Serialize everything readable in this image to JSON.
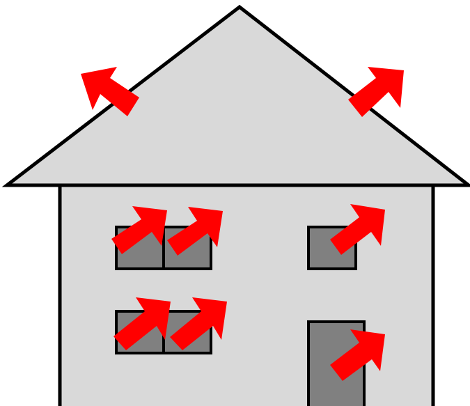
{
  "diagram": {
    "subject": "house-heat-loss",
    "colors": {
      "background": "#ffffff",
      "house_fill": "#d9d9d9",
      "outline": "#000000",
      "window_fill": "#808080",
      "door_fill": "#808080",
      "arrow": "#ff0000"
    },
    "elements": {
      "roof": {
        "icon": "roof-triangle"
      },
      "walls": {
        "icon": "wall-rectangle"
      },
      "windows": [
        {
          "id": "window-upper-left",
          "panes": 2
        },
        {
          "id": "window-upper-right",
          "panes": 1
        },
        {
          "id": "window-lower-left",
          "panes": 2
        }
      ],
      "door": {
        "id": "front-door"
      },
      "arrows": [
        {
          "id": "arrow-roof-left",
          "icon": "arrow-up-left-icon"
        },
        {
          "id": "arrow-roof-right",
          "icon": "arrow-up-right-icon"
        },
        {
          "id": "arrow-upper-left-1",
          "icon": "arrow-up-right-icon"
        },
        {
          "id": "arrow-upper-left-2",
          "icon": "arrow-up-right-icon"
        },
        {
          "id": "arrow-upper-right",
          "icon": "arrow-up-right-icon"
        },
        {
          "id": "arrow-lower-left-1",
          "icon": "arrow-up-right-icon"
        },
        {
          "id": "arrow-lower-left-2",
          "icon": "arrow-up-right-icon"
        },
        {
          "id": "arrow-door",
          "icon": "arrow-up-right-icon"
        }
      ]
    }
  }
}
